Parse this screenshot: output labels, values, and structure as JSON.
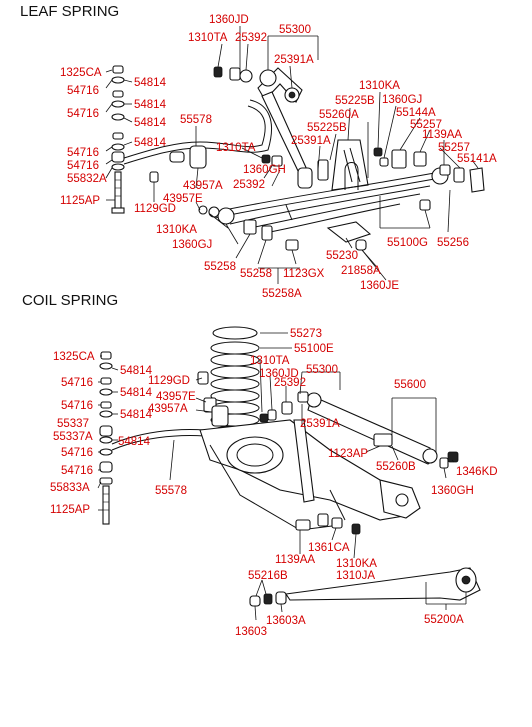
{
  "sections": {
    "leaf": "LEAF SPRING",
    "coil": "COIL SPRING"
  },
  "parts": {
    "p1360JD_a": "1360JD",
    "p1310TA_a": "1310TA",
    "p25392_a": "25392",
    "p55300_a": "55300",
    "p25391A_a": "25391A",
    "p1325CA_a": "1325CA",
    "p54814_a1": "54814",
    "p54716_a1": "54716",
    "p54814_a2": "54814",
    "p54716_a2": "54716",
    "p54814_a3": "54814",
    "p55578_a": "55578",
    "p1310TA_b": "1310TA",
    "p54716_a3": "54716",
    "p54814_a4": "54814",
    "p54716_a4": "54716",
    "p55832A": "55832A",
    "p1125AP_a": "1125AP",
    "p1129GD_a": "1129GD",
    "p43957A_a": "43957A",
    "p43957E_a": "43957E",
    "p1360GH_a": "1360GH",
    "p25392_b": "25392",
    "p1310KA_a": "1310KA",
    "p1360GJ_a": "1360GJ",
    "p55258_a": "55258",
    "p55258_b": "55258",
    "p1123GX": "1123GX",
    "p55258A": "55258A",
    "p55225B_a": "55225B",
    "p55260A": "55260A",
    "p55225B_b": "55225B",
    "p25391A_b": "25391A",
    "p1310KA_b": "1310KA",
    "p1360GJ_b": "1360GJ",
    "p55144A": "55144A",
    "p55257_a": "55257",
    "p1139AA_a": "1139AA",
    "p55257_b": "55257",
    "p55141A": "55141A",
    "p55100G": "55100G",
    "p55256": "55256",
    "p55230": "55230",
    "p21858A": "21858A",
    "p1360JE": "1360JE",
    "p55273": "55273",
    "p55100E": "55100E",
    "p1310TA_c": "1310TA",
    "p1360JD_b": "1360JD",
    "p55300_b": "55300",
    "p25392_c": "25392",
    "p25391A_c": "25391A",
    "p55600": "55600",
    "p1325CA_b": "1325CA",
    "p54814_b1": "54814",
    "p54716_b1": "54716",
    "p54814_b2": "54814",
    "p54716_b2": "54716",
    "p54814_b3": "54814",
    "p1129GD_b": "1129GD",
    "p43957E_b": "43957E",
    "p43957A_b": "43957A",
    "p55337": "55337",
    "p55337A": "55337A",
    "p54814_b4": "54814",
    "p54716_b3": "54716",
    "p54716_b4": "54716",
    "p55833A": "55833A",
    "p1125AP_b": "1125AP",
    "p55578_b": "55578",
    "p1123AP": "1123AP",
    "p55260B": "55260B",
    "p1346KD": "1346KD",
    "p1360GH_b": "1360GH",
    "p1139AA_b": "1139AA",
    "p1361CA": "1361CA",
    "p1310KA_c": "1310KA",
    "p1310JA": "1310JA",
    "p55216B": "55216B",
    "p13603": "13603",
    "p13603A": "13603A",
    "p55200A": "55200A"
  },
  "colors": {
    "label": "#d40000",
    "line": "#111111",
    "background": "#ffffff"
  }
}
